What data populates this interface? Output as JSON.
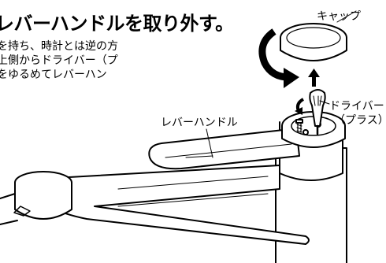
{
  "heading": "レバーハンドルを取り外す。",
  "instructions": {
    "line1": "を持ち、時計とは逆の方",
    "line2": "上側からドライバー（プ",
    "line3": "をゆるめてレバーハン"
  },
  "labels": {
    "cap": "キャップ",
    "lever_handle": "レバーハンドル",
    "driver_line1": "ドライバー",
    "driver_line2": "（プラス）"
  },
  "icons": [
    "rotate-counterclockwise-arrow-icon",
    "up-arrow-icon",
    "rotate-screwdriver-arrow-icon"
  ]
}
